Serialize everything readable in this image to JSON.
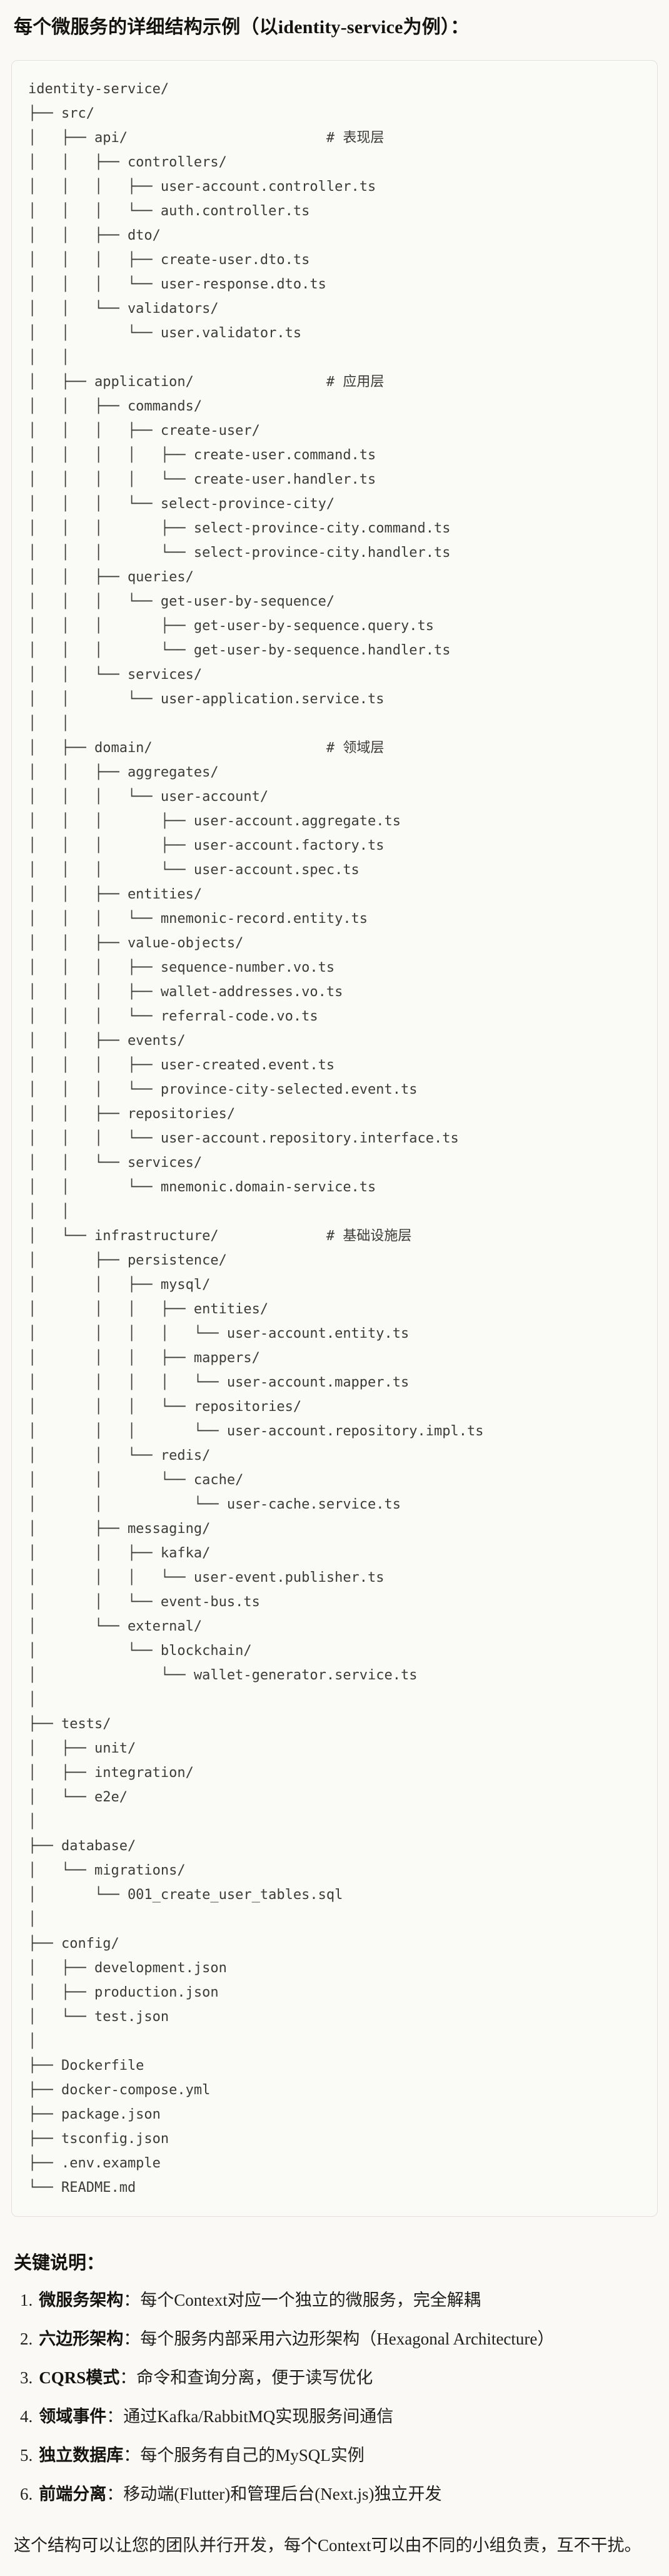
{
  "title": "每个微服务的详细结构示例（以identity-service为例）：",
  "colors": {
    "page_bg": "#faf9f5",
    "code_block_bg": "#fafaf7",
    "code_block_border": "#e3e1da",
    "body_text": "#1a1915",
    "code_text": "#3c3b36"
  },
  "tree": {
    "lines": [
      "identity-service/",
      "├── src/",
      "│   ├── api/                        # 表现层",
      "│   │   ├── controllers/",
      "│   │   │   ├── user-account.controller.ts",
      "│   │   │   └── auth.controller.ts",
      "│   │   ├── dto/",
      "│   │   │   ├── create-user.dto.ts",
      "│   │   │   └── user-response.dto.ts",
      "│   │   └── validators/",
      "│   │       └── user.validator.ts",
      "│   │",
      "│   ├── application/                # 应用层",
      "│   │   ├── commands/",
      "│   │   │   ├── create-user/",
      "│   │   │   │   ├── create-user.command.ts",
      "│   │   │   │   └── create-user.handler.ts",
      "│   │   │   └── select-province-city/",
      "│   │   │       ├── select-province-city.command.ts",
      "│   │   │       └── select-province-city.handler.ts",
      "│   │   ├── queries/",
      "│   │   │   └── get-user-by-sequence/",
      "│   │   │       ├── get-user-by-sequence.query.ts",
      "│   │   │       └── get-user-by-sequence.handler.ts",
      "│   │   └── services/",
      "│   │       └── user-application.service.ts",
      "│   │",
      "│   ├── domain/                     # 领域层",
      "│   │   ├── aggregates/",
      "│   │   │   └── user-account/",
      "│   │   │       ├── user-account.aggregate.ts",
      "│   │   │       ├── user-account.factory.ts",
      "│   │   │       └── user-account.spec.ts",
      "│   │   ├── entities/",
      "│   │   │   └── mnemonic-record.entity.ts",
      "│   │   ├── value-objects/",
      "│   │   │   ├── sequence-number.vo.ts",
      "│   │   │   ├── wallet-addresses.vo.ts",
      "│   │   │   └── referral-code.vo.ts",
      "│   │   ├── events/",
      "│   │   │   ├── user-created.event.ts",
      "│   │   │   └── province-city-selected.event.ts",
      "│   │   ├── repositories/",
      "│   │   │   └── user-account.repository.interface.ts",
      "│   │   └── services/",
      "│   │       └── mnemonic.domain-service.ts",
      "│   │",
      "│   └── infrastructure/             # 基础设施层",
      "│       ├── persistence/",
      "│       │   ├── mysql/",
      "│       │   │   ├── entities/",
      "│       │   │   │   └── user-account.entity.ts",
      "│       │   │   ├── mappers/",
      "│       │   │   │   └── user-account.mapper.ts",
      "│       │   │   └── repositories/",
      "│       │   │       └── user-account.repository.impl.ts",
      "│       │   └── redis/",
      "│       │       └── cache/",
      "│       │           └── user-cache.service.ts",
      "│       ├── messaging/",
      "│       │   ├── kafka/",
      "│       │   │   └── user-event.publisher.ts",
      "│       │   └── event-bus.ts",
      "│       └── external/",
      "│           └── blockchain/",
      "│               └── wallet-generator.service.ts",
      "│",
      "├── tests/",
      "│   ├── unit/",
      "│   ├── integration/",
      "│   └── e2e/",
      "│",
      "├── database/",
      "│   └── migrations/",
      "│       └── 001_create_user_tables.sql",
      "│",
      "├── config/",
      "│   ├── development.json",
      "│   ├── production.json",
      "│   └── test.json",
      "│",
      "├── Dockerfile",
      "├── docker-compose.yml",
      "├── package.json",
      "├── tsconfig.json",
      "├── .env.example",
      "└── README.md"
    ]
  },
  "notes": {
    "heading": "关键说明：",
    "colon": "：",
    "items": [
      {
        "num": "1.",
        "term": "微服务架构",
        "desc": "每个Context对应一个独立的微服务，完全解耦"
      },
      {
        "num": "2.",
        "term": "六边形架构",
        "desc": "每个服务内部采用六边形架构（Hexagonal Architecture）"
      },
      {
        "num": "3.",
        "term": "CQRS模式",
        "desc": "命令和查询分离，便于读写优化"
      },
      {
        "num": "4.",
        "term": "领域事件",
        "desc": "通过Kafka/RabbitMQ实现服务间通信"
      },
      {
        "num": "5.",
        "term": "独立数据库",
        "desc": "每个服务有自己的MySQL实例"
      },
      {
        "num": "6.",
        "term": "前端分离",
        "desc": "移动端(Flutter)和管理后台(Next.js)独立开发"
      }
    ]
  },
  "closing": "这个结构可以让您的团队并行开发，每个Context可以由不同的小组负责，互不干扰。"
}
